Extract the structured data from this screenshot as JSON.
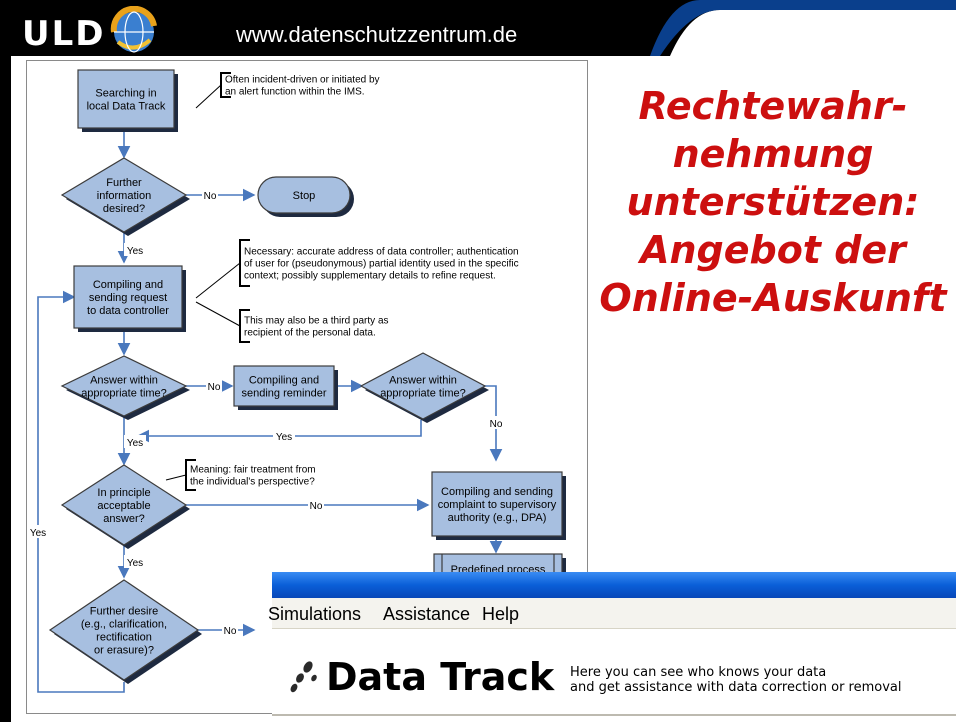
{
  "header": {
    "logo": "ULD",
    "url": "www.datenschutzzentrum.de",
    "colors": {
      "bar": "#000000",
      "accent": "#0a3f8c"
    }
  },
  "title": {
    "lines": [
      "Rechtewahr-",
      "nehmung",
      "unterstützen:",
      "Angebot der",
      "Online-Auskunft"
    ],
    "color": "#cc0f0f"
  },
  "flowchart": {
    "nodes": {
      "searching": "Searching in|local Data Track",
      "further_info": "Further|information|desired?",
      "stop": "Stop",
      "compiling_request": "Compiling and|sending request|to data controller",
      "answer_time_1": "Answer within|appropriate time?",
      "compiling_reminder": "Compiling and|sending reminder",
      "answer_time_2": "Answer within|appropriate time?",
      "acceptable": "In principle|acceptable|answer?",
      "complaint": "Compiling and sending|complaint to supervisory|authority (e.g., DPA)",
      "predefined": "Predefined process",
      "further_desire": "Further desire|(e.g., clarification,|rectification|or erasure)?"
    },
    "notes": {
      "incident": "Often incident-driven or initiated by|an alert function within the IMS.",
      "necessary": "Necessary: accurate address of data controller; authentication|of user for (pseudonymous) partial identity used in the specific|context; possibly supplementary details to refine request.",
      "third_party": "This may also be a third party as|recipient of the personal data.",
      "meaning": "Meaning: fair treatment from|the individual's perspective?"
    },
    "edge_labels": {
      "no": "No",
      "yes": "Yes"
    },
    "colors": {
      "node_fill": "#a7bfe0",
      "node_stroke": "#3c3c3c",
      "edge": "#4a78bd"
    }
  },
  "app_window": {
    "menu": [
      "Simulations",
      "Assistance",
      "Help"
    ],
    "title": "Data Track",
    "description": [
      "Here you can see who knows your data",
      "and get assistance with data correction or removal"
    ],
    "icon": "footprints-icon"
  }
}
